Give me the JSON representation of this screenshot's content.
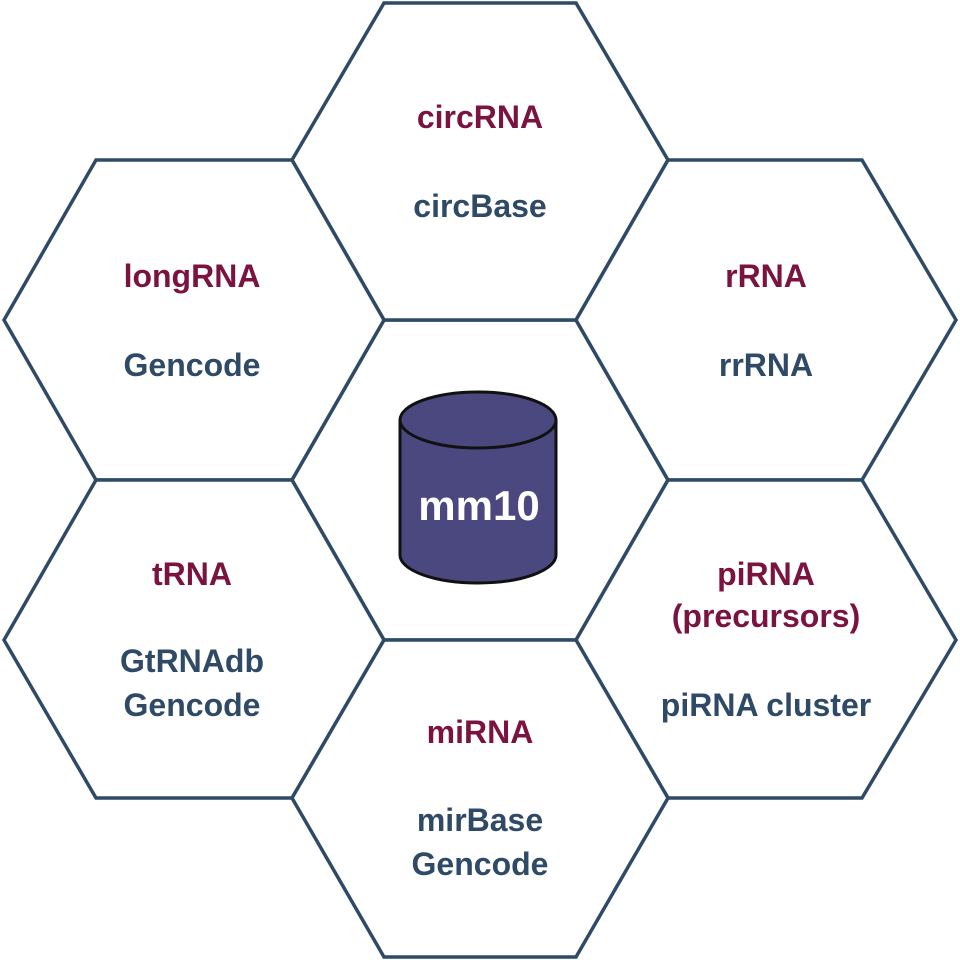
{
  "center": {
    "label": "mm10",
    "icon": "database-icon"
  },
  "hexagons": [
    {
      "id": "circrna",
      "title": [
        "circRNA"
      ],
      "source": [
        "circBase"
      ]
    },
    {
      "id": "longrna",
      "title": [
        "longRNA"
      ],
      "source": [
        "Gencode"
      ]
    },
    {
      "id": "rrna",
      "title": [
        "rRNA"
      ],
      "source": [
        "rrRNA"
      ]
    },
    {
      "id": "trna",
      "title": [
        "tRNA"
      ],
      "source": [
        "GtRNAdb",
        "Gencode"
      ]
    },
    {
      "id": "pirna",
      "title": [
        "piRNA",
        "(precursors)"
      ],
      "source": [
        "piRNA cluster"
      ]
    },
    {
      "id": "mirna",
      "title": [
        "miRNA"
      ],
      "source": [
        "mirBase",
        "Gencode"
      ]
    }
  ],
  "colors": {
    "hex_stroke": "#2f4a66",
    "title_text": "#7a1340",
    "source_text": "#2f4a66",
    "database_fill": "#4b4880"
  }
}
